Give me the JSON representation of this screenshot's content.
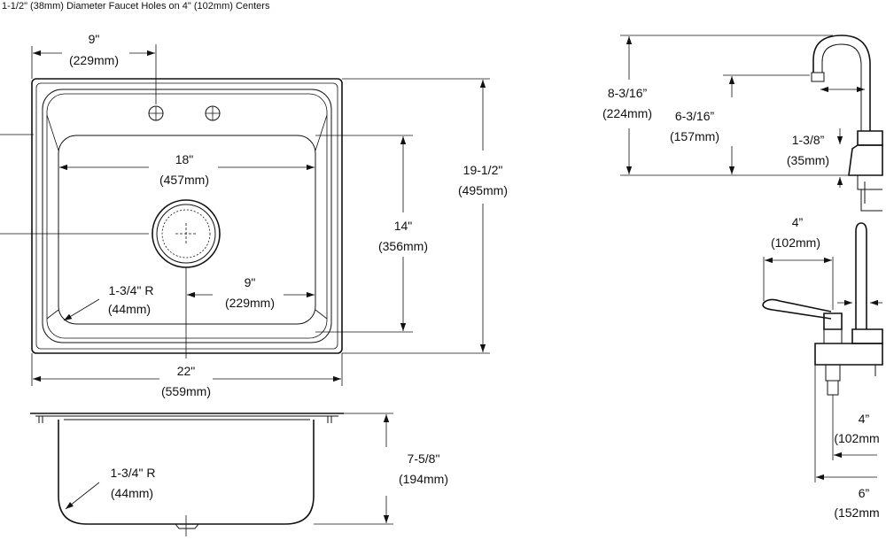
{
  "header_note": "1-1/2\" (38mm) Diameter Faucet Holes on 4\" (102mm) Centers",
  "sink_top": {
    "hole_offset": {
      "imperial": "9\"",
      "metric": "(229mm)"
    },
    "bowl_width": {
      "imperial": "18\"",
      "metric": "(457mm)"
    },
    "overall_depth": {
      "imperial": "19-1/2\"",
      "metric": "(495mm)"
    },
    "bowl_front_to_back": {
      "imperial": "14\"",
      "metric": "(356mm)"
    },
    "drain_offset": {
      "imperial": "9\"",
      "metric": "(229mm)"
    },
    "corner_radius": {
      "imperial": "1-3/4\" R",
      "metric": "(44mm)"
    },
    "overall_width": {
      "imperial": "22\"",
      "metric": "(559mm)"
    }
  },
  "sink_section": {
    "corner_radius": {
      "imperial": "1-3/4\" R",
      "metric": "(44mm)"
    },
    "bowl_depth": {
      "imperial": "7-5/8\"",
      "metric": "(194mm)"
    }
  },
  "faucet": {
    "overall_height": {
      "imperial": "8-3/16”",
      "metric": "(224mm)"
    },
    "spout_height": {
      "imperial": "6-3/16”",
      "metric": "(157mm)"
    },
    "base_height": {
      "imperial": "1-3/8”",
      "metric": "(35mm)"
    },
    "handle_reach": {
      "imperial": "4”",
      "metric": "(102mm)"
    },
    "centers": {
      "imperial": "4”",
      "metric": "(102mm"
    },
    "deck_width": {
      "imperial": "6”",
      "metric": "(152mm"
    }
  }
}
